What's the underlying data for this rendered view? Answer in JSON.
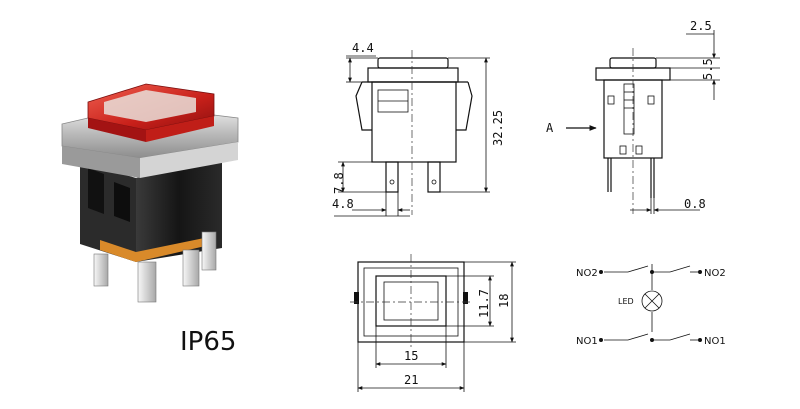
{
  "product_label": "IP65",
  "dimensions": {
    "cap_offset": "4.4",
    "total_height": "32.25",
    "terminal_height": "7.8",
    "terminal_width": "4.8",
    "cap_height": "2.5",
    "cap_depth": "5.5",
    "terminal_thickness": "0.8",
    "window_height": "11.7",
    "body_height": "18",
    "window_width": "15",
    "body_width": "21"
  },
  "view_arrow_label": "A",
  "circuit": {
    "left_top": "NO2",
    "right_top": "NO2",
    "left_bottom": "NO1",
    "right_bottom": "NO1",
    "lamp": "LED"
  },
  "colors": {
    "lens_red": "#d42a1c",
    "body_black": "#1c1c1c",
    "bezel_silver": "#c9c9c9",
    "terminal_gold": "#d98a2a"
  }
}
